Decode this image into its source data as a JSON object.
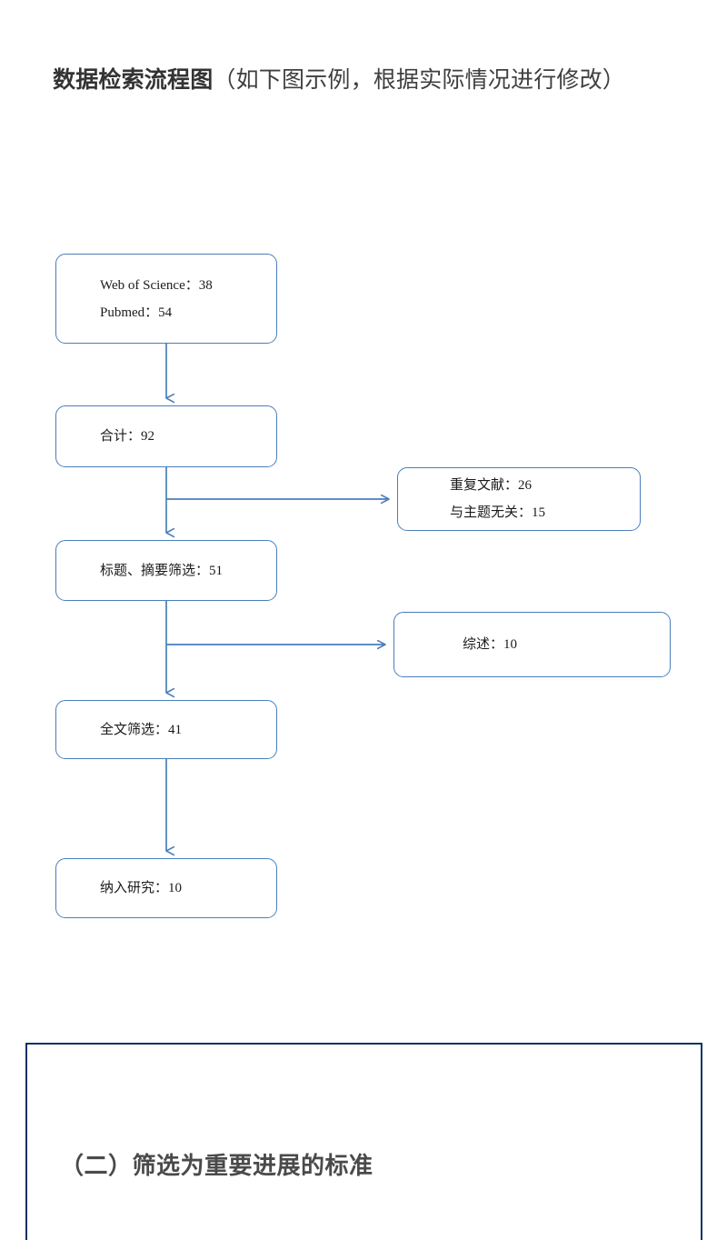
{
  "heading": {
    "bold_part": "数据检索流程图",
    "rest_part": "（如下图示例，根据实际情况进行修改）"
  },
  "colors": {
    "flow_stroke": "#4a7ebb",
    "panel_border": "#123263",
    "text": "#3c3c3c"
  },
  "flowchart": {
    "title": "数据检索流程图",
    "type": "flowchart",
    "nodes": [
      {
        "id": "sources",
        "lines": [
          "Web of Science：38",
          "Pubmed：54"
        ],
        "items": [
          {
            "label": "Web of Science",
            "value": 38
          },
          {
            "label": "Pubmed",
            "value": 54
          }
        ]
      },
      {
        "id": "total",
        "lines": [
          "合计：92"
        ],
        "items": [
          {
            "label": "合计",
            "value": 92
          }
        ]
      },
      {
        "id": "excluded-duplicates",
        "lines": [
          "重复文献：26",
          "与主题无关：15"
        ],
        "items": [
          {
            "label": "重复文献",
            "value": 26
          },
          {
            "label": "与主题无关",
            "value": 15
          }
        ]
      },
      {
        "id": "title-abstract-screen",
        "lines": [
          "标题、摘要筛选：51"
        ],
        "items": [
          {
            "label": "标题、摘要筛选",
            "value": 51
          }
        ]
      },
      {
        "id": "excluded-reviews",
        "lines": [
          "综述：10"
        ],
        "items": [
          {
            "label": "综述",
            "value": 10
          }
        ]
      },
      {
        "id": "fulltext-screen",
        "lines": [
          "全文筛选：41"
        ],
        "items": [
          {
            "label": "全文筛选",
            "value": 41
          }
        ]
      },
      {
        "id": "included-studies",
        "lines": [
          "纳入研究：10"
        ],
        "items": [
          {
            "label": "纳入研究",
            "value": 10
          }
        ]
      }
    ],
    "edges": [
      {
        "from": "sources",
        "to": "total",
        "direction": "down"
      },
      {
        "from": "total",
        "to": "excluded-duplicates",
        "direction": "right"
      },
      {
        "from": "total",
        "to": "title-abstract-screen",
        "direction": "down"
      },
      {
        "from": "title-abstract-screen",
        "to": "excluded-reviews",
        "direction": "right"
      },
      {
        "from": "title-abstract-screen",
        "to": "fulltext-screen",
        "direction": "down"
      },
      {
        "from": "fulltext-screen",
        "to": "included-studies",
        "direction": "down"
      }
    ]
  },
  "bottom_section": {
    "heading": "（二）筛选为重要进展的标准"
  }
}
